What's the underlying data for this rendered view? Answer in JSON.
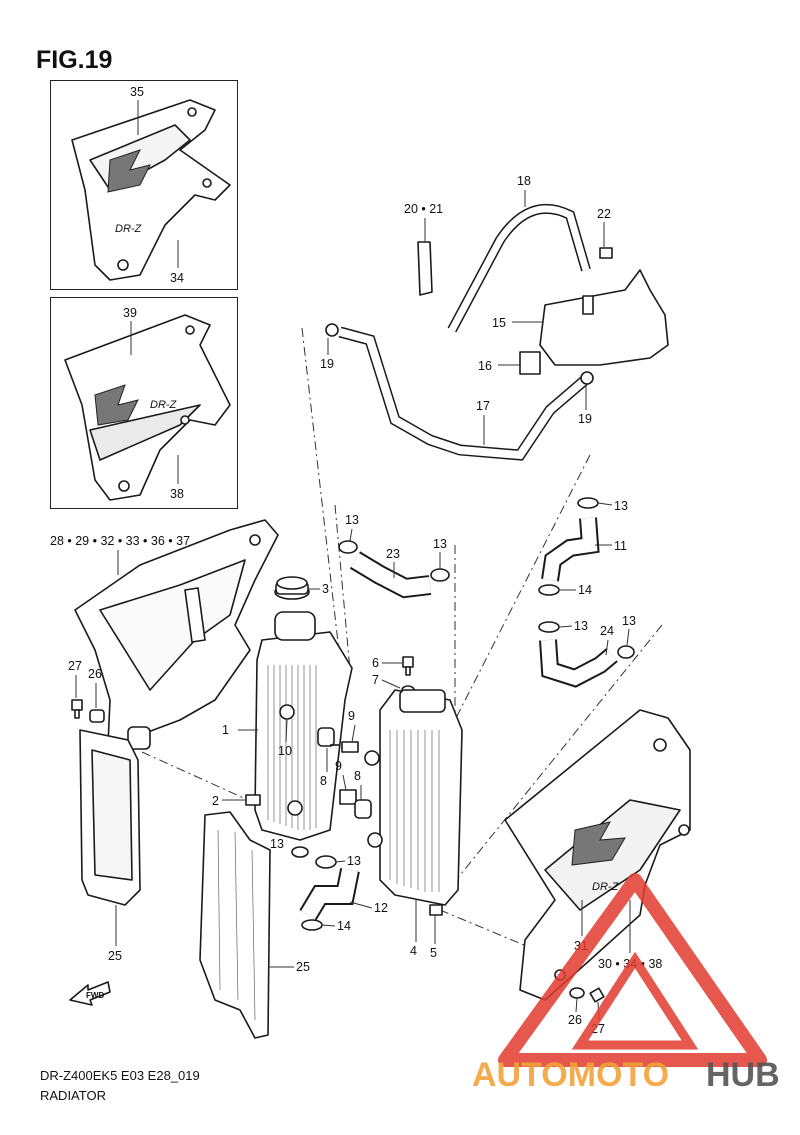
{
  "figure": {
    "title": "FIG.19"
  },
  "caption": {
    "model": "DR-Z400EK5 E03 E28_019",
    "section": "RADIATOR"
  },
  "inset_top": {
    "labels": [
      "35",
      "34"
    ]
  },
  "inset_bottom": {
    "labels": [
      "39",
      "38"
    ]
  },
  "labels": {
    "p18": "18",
    "p20_21": "20 • 21",
    "p22": "22",
    "p15": "15",
    "p16": "16",
    "p19a": "19",
    "p19b": "19",
    "p17": "17",
    "p13a": "13",
    "p13b": "13",
    "p13c": "13",
    "p13d": "13",
    "p13e": "13",
    "p13f": "13",
    "p13g": "13",
    "p23": "23",
    "p11": "11",
    "p14a": "14",
    "p14b": "14",
    "p24": "24",
    "p28_37": "28 • 29 • 32 • 33 • 36 • 37",
    "p3": "3",
    "p27a": "27",
    "p26a": "26",
    "p1": "1",
    "p10a": "10",
    "p10b": "10",
    "p9a": "9",
    "p9b": "9",
    "p8a": "8",
    "p8b": "8",
    "p6": "6",
    "p7": "7",
    "p2": "2",
    "p12": "12",
    "p4": "4",
    "p5": "5",
    "p25a": "25",
    "p25b": "25",
    "p31": "31",
    "p30_38": "30 • 34 • 38",
    "p26b": "26",
    "p27b": "27"
  },
  "fwd_marker": "FWD",
  "watermark": {
    "part1": "AUTOMOTO",
    "part2": "HUB"
  },
  "colors": {
    "line": "#1a1a1a",
    "watermark_red": "#e23a2e",
    "watermark_orange": "#f2a33a",
    "watermark_gray": "#555555"
  }
}
